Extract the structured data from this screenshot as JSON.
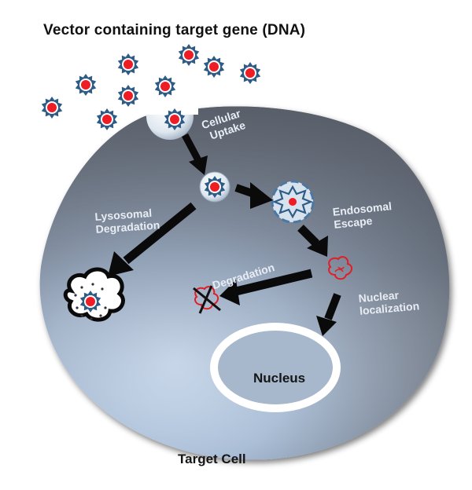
{
  "title": "Vector containing target gene (DNA)",
  "labels": {
    "cellular_uptake": [
      "Cellular",
      "Uptake"
    ],
    "lysosomal_degradation": [
      "Lysosomal",
      "Degradation"
    ],
    "endosomal_escape": [
      "Endosomal",
      "Escape"
    ],
    "degradation": "Degradation",
    "nuclear_localization": [
      "Nuclear",
      "localization"
    ],
    "nucleus": "Nucleus",
    "target_cell": "Target Cell"
  },
  "colors": {
    "vector_shell": "#2f5c86",
    "dna_core": "#ee1c24",
    "arrow": "#0a0a0a",
    "cell_dark": "#5b6370",
    "cell_light": "#c7d9ef",
    "nucleus_ring": "#ffffff"
  },
  "free_vector_count": 10
}
